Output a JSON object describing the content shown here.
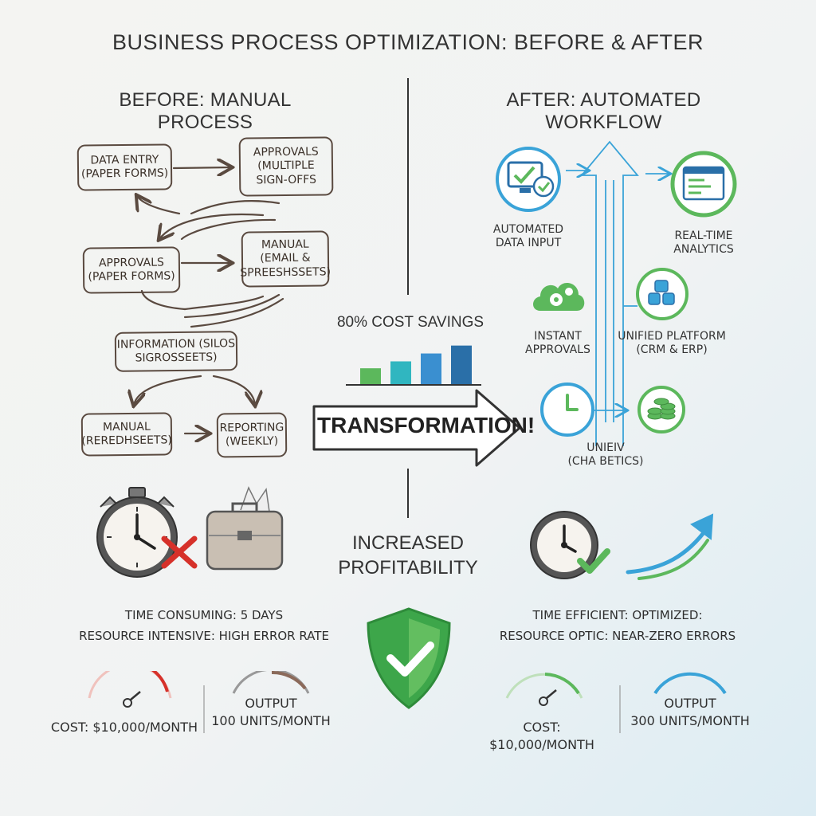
{
  "title": "BUSINESS PROCESS OPTIMIZATION: BEFORE & AFTER",
  "before": {
    "heading": "BEFORE: MANUAL PROCESS",
    "boxes": {
      "data_entry": "DATA ENTRY\n(PAPER FORMS)",
      "approvals_multi": "APPROVALS\n(MULTIPLE\nSIGN-OFFS",
      "approvals_paper": "APPROVALS\n(PAPER FORMS)",
      "manual_email": "MANUAL\n(EMAIL &\nSPREESHSSETS)",
      "info_silos": "INFORMATION (SILOS\nSIGROSSEETS)",
      "manual_spreads": "MANUAL\n(REREDHSEETS)",
      "reporting": "REPORTING\n(WEEKLY)"
    },
    "stats": "TIME CONSUMING: 5 DAYS\nRESOURCE INTENSIVE: HIGH ERROR RATE",
    "gauges": {
      "cost": "COST: $10,000/MONTH",
      "output": "OUTPUT\n100 UNITS/MONTH"
    }
  },
  "middle": {
    "savings": "80% COST SAVINGS",
    "transformation": "TRANSFORMATION!",
    "profit": "INCREASED\nPROFITABILITY",
    "bars": [
      0.32,
      0.46,
      0.62,
      0.78
    ]
  },
  "after": {
    "heading": "AFTER: AUTOMATED WORKFLOW",
    "labels": {
      "auto_input": "AUTOMATED\nDATA INPUT",
      "analytics": "REAL-TIME\nANALYTICS",
      "instant": "INSTANT\nAPPROVALS",
      "unified": "UNIFIED PLATFORM\n(CRM & ERP)",
      "unicv": "UNIEIV\n(CHA BETICS)"
    },
    "stats": "TIME EFFICIENT: OPTIMIZED:\nRESOURCE OPTIC: NEAR-ZERO ERRORS",
    "gauges": {
      "cost": "COST: $10,000/MONTH",
      "output": "OUTPUT\n300 UNITS/MONTH"
    }
  },
  "colors": {
    "sketch": "#5a4a40",
    "red": "#d6312a",
    "green": "#5cb85c",
    "blue": "#3aa3d8",
    "teal": "#30b6c0",
    "navy": "#2a6fa8"
  },
  "icons": [
    "stopwatch-icon",
    "briefcase-icon",
    "red-x-icon",
    "monitor-check-icon",
    "cloud-gear-icon",
    "dashboard-icon",
    "database-icon",
    "timer-icon",
    "coins-icon",
    "clock-check-icon",
    "trend-arrow-icon",
    "shield-check-icon"
  ]
}
